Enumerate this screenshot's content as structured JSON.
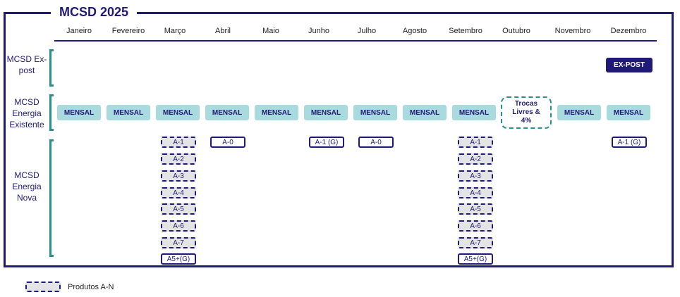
{
  "title": "MCSD 2025",
  "months": [
    "Janeiro",
    "Fevereiro",
    "Março",
    "Abril",
    "Maio",
    "Junho",
    "Julho",
    "Agosto",
    "Setembro",
    "Outubro",
    "Novembro",
    "Dezembro"
  ],
  "rows": {
    "expost": "MCSD Ex-post",
    "existente": "MCSD Energia Existente",
    "nova": "MCSD Energia Nova"
  },
  "expost_badge": "EX-POST",
  "mensal_label": "MENSAL",
  "trocas_label": "Trocas Livres & 4%",
  "products": {
    "a1": "A-1",
    "a2": "A-2",
    "a3": "A-3",
    "a4": "A-4",
    "a5": "A-5",
    "a6": "A-6",
    "a7": "A-7",
    "a5g": "A5+(G)",
    "a0": "A-0",
    "a1g": "A-1 (G)"
  },
  "legend": {
    "label": "Produtos A-N"
  },
  "colors": {
    "navy": "#1f1a78",
    "teal": "#2a8f8a",
    "mensal_fill": "#a9dadd",
    "dashed_fill": "#e4e4e4"
  }
}
